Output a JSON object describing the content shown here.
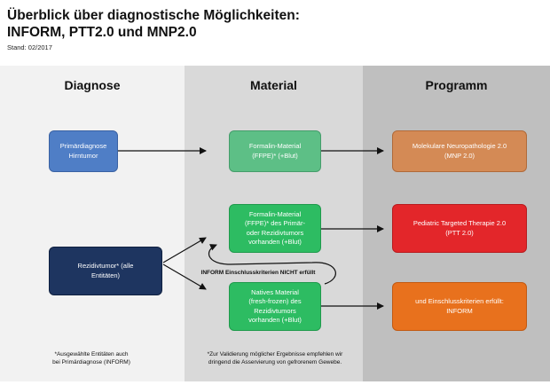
{
  "title": {
    "line1": "Überblick über diagnostische Möglichkeiten:",
    "line2": "INFORM, PTT2.0 und MNP2.0",
    "stand": "Stand: 02/2017"
  },
  "columns": {
    "diagnose": "Diagnose",
    "material": "Material",
    "programm": "Programm"
  },
  "boxes": {
    "primaer": {
      "line1": "Primärdiagnose",
      "line2": "Hirntumor"
    },
    "rezidiv": {
      "line1": "Rezidivtumor* (alle",
      "line2": "Entitäten)"
    },
    "formalin1": {
      "line1": "Formalin-Material",
      "line2": "(FFPE)* (+Blut)"
    },
    "formalin2": {
      "line1": "Formalin-Material",
      "line2": "(FFPE)* des Primär-",
      "line3": "oder Rezidivtumors",
      "line4": "vorhanden (+Blut)"
    },
    "natives": {
      "line1": "Natives Material",
      "line2": "(fresh-frozen) des",
      "line3": "Rezidivtumors",
      "line4": "vorhanden (+Blut)"
    },
    "mnp": {
      "line1": "Molekulare Neuropathologie 2.0",
      "line2": "(MNP 2.0)"
    },
    "ptt": {
      "line1": "Pediatric Targeted Therapie 2.0",
      "line2": "(PTT 2.0)"
    },
    "inform": {
      "line1": "und Einschlusskriterien erfüllt:",
      "line2": "INFORM"
    }
  },
  "loop_label": "INFORM Einschlusskriterien NICHT erfüllt",
  "notes": {
    "left_line1": "*Ausgewählte Entitäten auch",
    "left_line2": "bei Primärdiagnose (INFORM)",
    "mid_line1": "*Zur Validierung möglicher Ergebnisse empfehlen wir",
    "mid_line2": "dringend die Asservierung von gefrorenem Gewebe."
  },
  "colors": {
    "diagnose_bg": "#f2f2f2",
    "material_bg": "#d9d9d9",
    "programm_bg": "#bfbfbf",
    "blue": "#4f7ec6",
    "navy": "#1e3560",
    "green": "#2dbc62",
    "tan": "#d48a55",
    "red": "#e3262a",
    "orange": "#e8711d"
  }
}
